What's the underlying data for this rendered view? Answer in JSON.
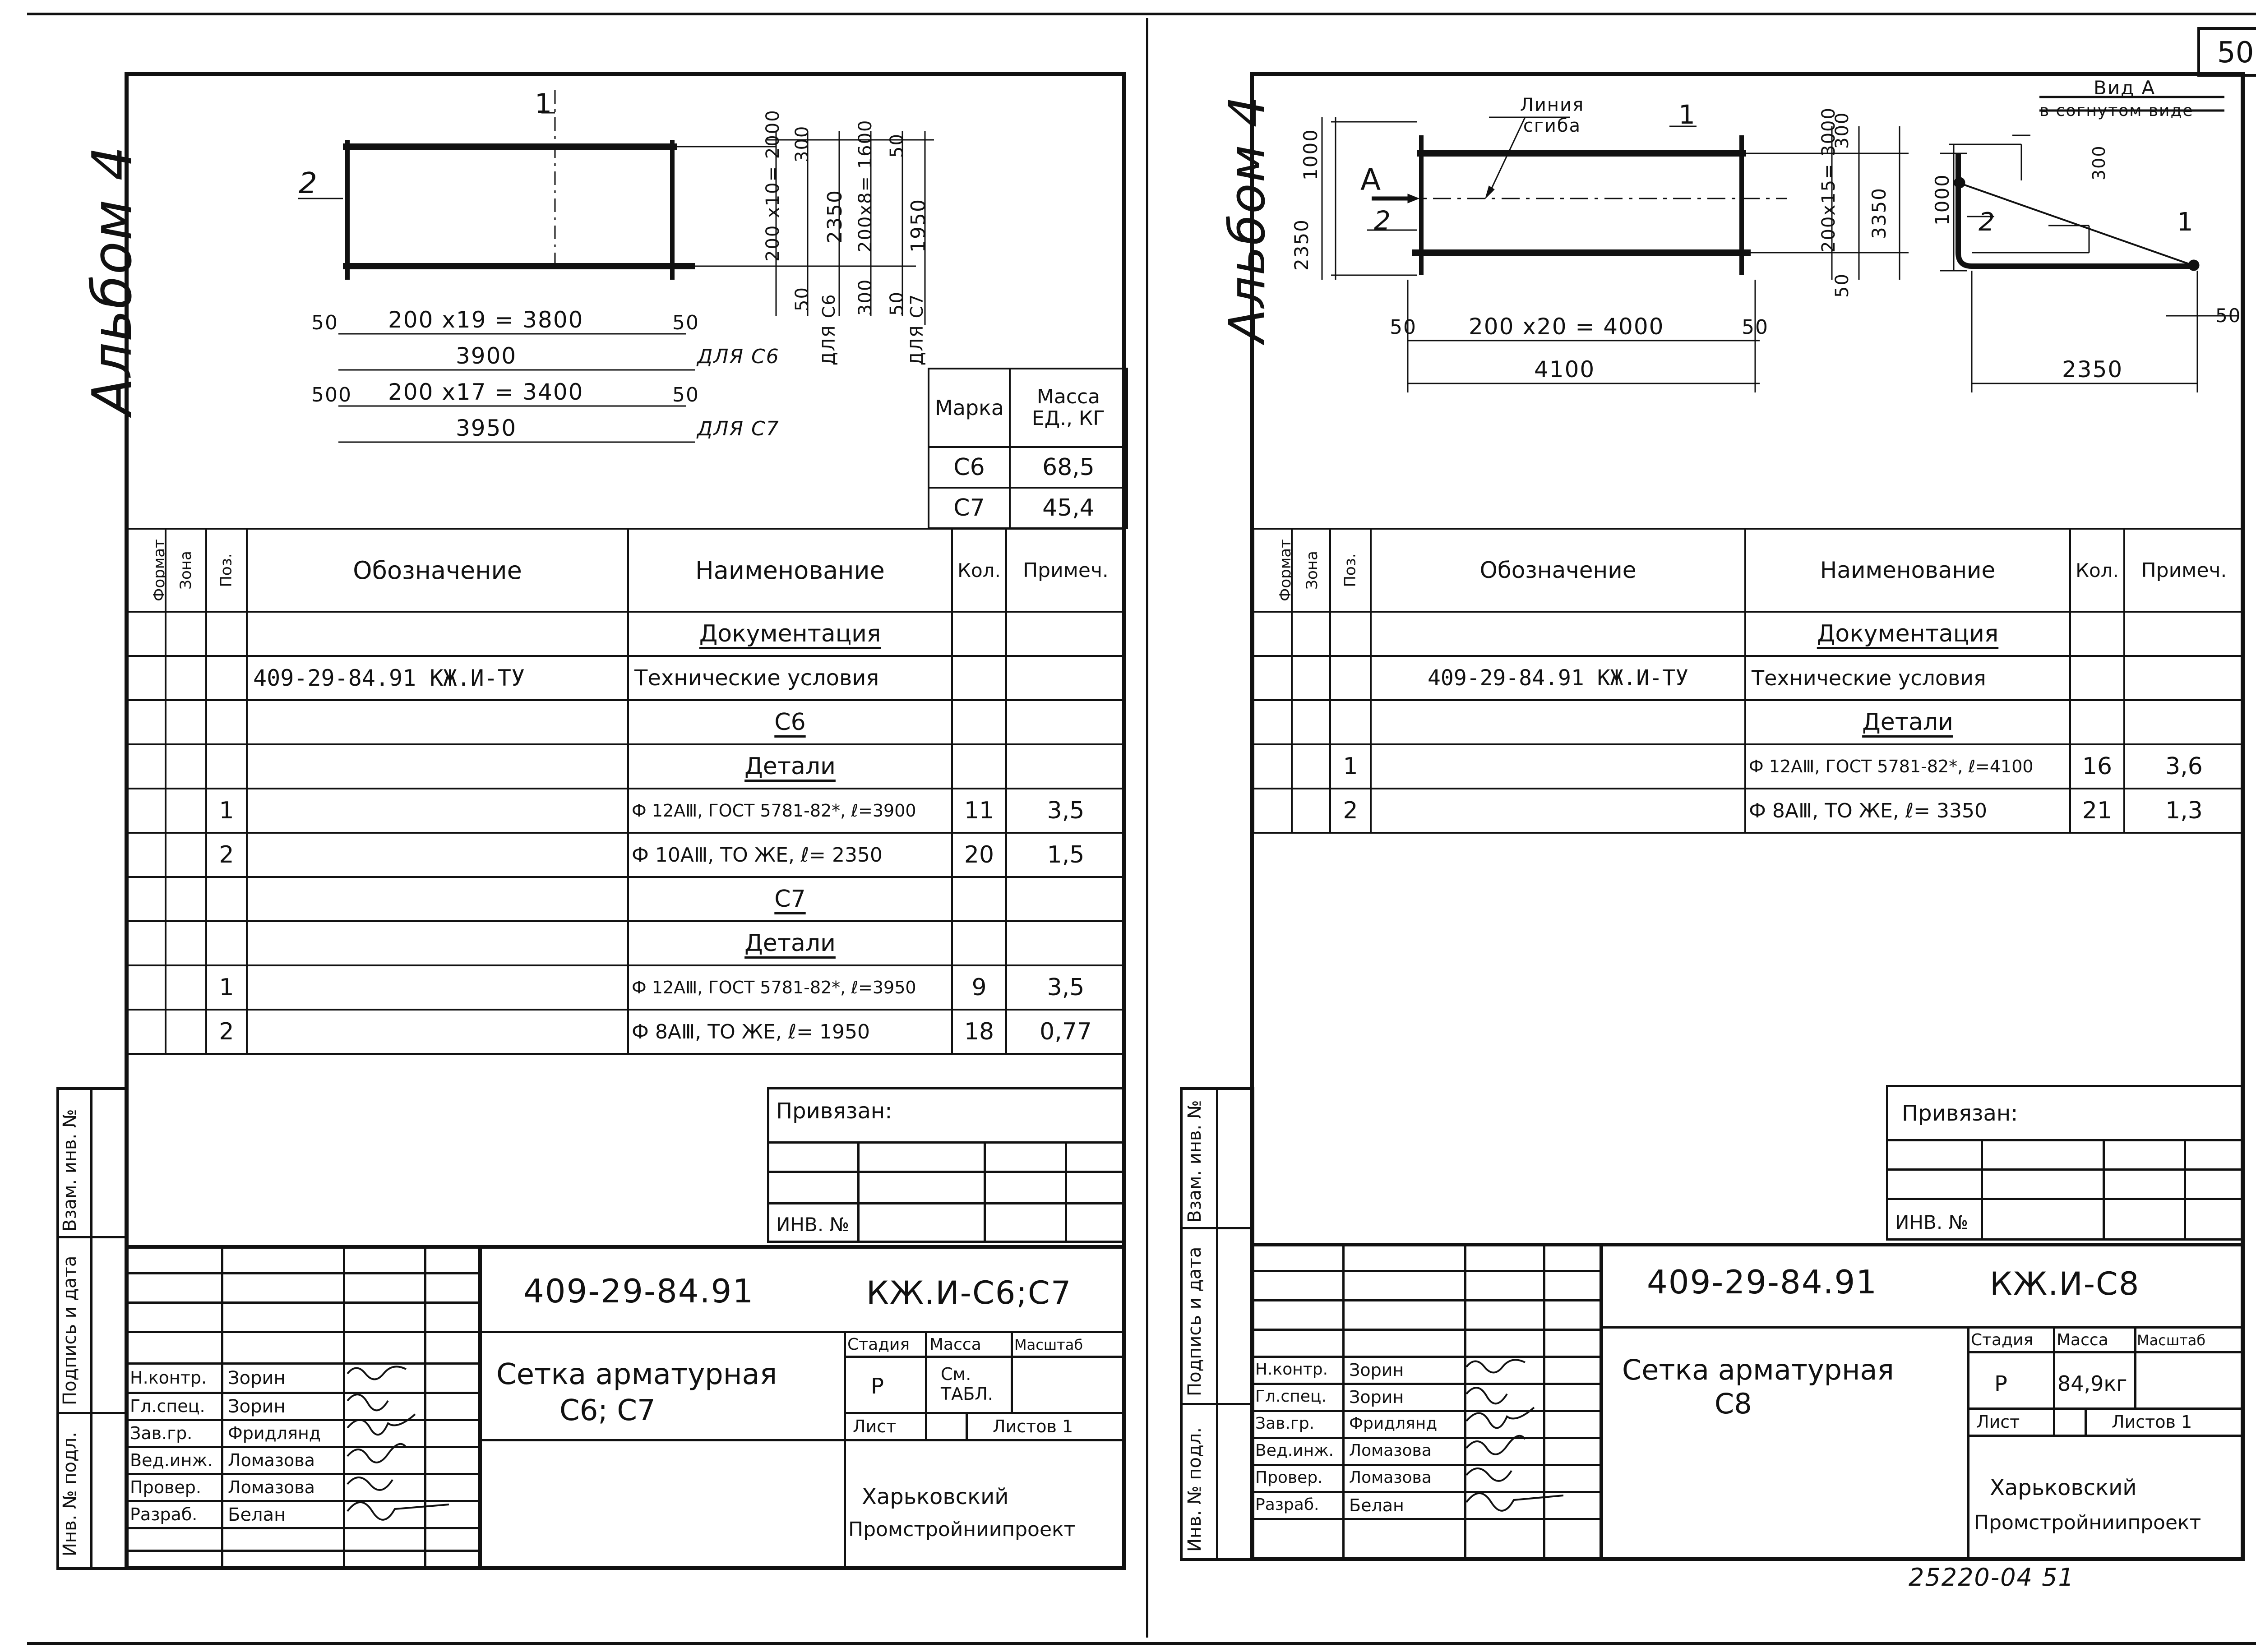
{
  "page_number": "50",
  "footer_code": "25220-04  51",
  "left": {
    "album": "Альбом 4",
    "drawing": {
      "dim_top": [
        "200 x19 = 3800",
        "3900",
        "200 x17 = 3400",
        "3950"
      ],
      "dim_left_marks": [
        "50",
        "500",
        "50",
        "50"
      ],
      "for_c6": "ДЛЯ С6",
      "for_c7": "ДЛЯ С7",
      "vert_dims": [
        "200 x10= 2000",
        "300",
        "2350",
        "200x8= 1600",
        "50",
        "1950",
        "50",
        "50",
        "300"
      ],
      "vert_for": [
        "ДЛЯ С6",
        "ДЛЯ С7"
      ],
      "pos1": "1",
      "pos2": "2"
    },
    "mass_table": {
      "h1": "Марка",
      "h2": "Масса ЕД., КГ",
      "rows": [
        [
          "С6",
          "68,5"
        ],
        [
          "С7",
          "45,4"
        ]
      ]
    },
    "spec": {
      "headers": [
        "Формат",
        "Зона",
        "Поз.",
        "Обозначение",
        "Наименование",
        "Кол.",
        "Примеч."
      ],
      "rows": [
        [
          "",
          "",
          "",
          "",
          "Документация",
          "",
          ""
        ],
        [
          "",
          "",
          "",
          "409-29-84.91  КЖ.И-ТУ",
          "Технические условия",
          "",
          ""
        ],
        [
          "",
          "",
          "",
          "",
          "С6",
          "",
          ""
        ],
        [
          "",
          "",
          "",
          "",
          "Детали",
          "",
          ""
        ],
        [
          "",
          "",
          "1",
          "",
          "Ф 12АⅢ, ГОСТ 5781-82*, ℓ=3900",
          "11",
          "3,5"
        ],
        [
          "",
          "",
          "2",
          "",
          "Ф 10АⅢ, ТО ЖЕ, ℓ= 2350",
          "20",
          "1,5"
        ],
        [
          "",
          "",
          "",
          "",
          "С7",
          "",
          ""
        ],
        [
          "",
          "",
          "",
          "",
          "Детали",
          "",
          ""
        ],
        [
          "",
          "",
          "1",
          "",
          "Ф 12АⅢ, ГОСТ 5781-82*, ℓ=3950",
          "9",
          "3,5"
        ],
        [
          "",
          "",
          "2",
          "",
          "Ф 8АⅢ, ТО ЖЕ, ℓ= 1950",
          "18",
          "0,77"
        ]
      ]
    },
    "side_labels": [
      "Взам. инв. №",
      "Подпись и дата",
      "Инв. № подл."
    ],
    "privyazan": "Привязан:",
    "inv_no": "ИНВ. №",
    "title_block": {
      "code": "409-29-84.91",
      "sheet_code": "КЖ.И-С6;С7",
      "name_line1": "Сетка арматурная",
      "name_line2": "С6; С7",
      "stage_h": "Стадия",
      "mass_h": "Масса",
      "scale_h": "Масштаб",
      "stage": "Р",
      "mass": "См. ТАБЛ.",
      "sheet": "Лист",
      "sheets": "Листов 1",
      "org1": "Харьковский",
      "org2": "Промстройниипроект",
      "people": [
        [
          "Н.контр.",
          "Зорин"
        ],
        [
          "Гл.спец.",
          "Зорин"
        ],
        [
          "Зав.гр.",
          "Фридлянд"
        ],
        [
          "Вед.инж.",
          "Ломазова"
        ],
        [
          "Провер.",
          "Ломазова"
        ],
        [
          "Разраб.",
          "Белан"
        ]
      ]
    }
  },
  "right": {
    "album": "Альбом 4",
    "drawing": {
      "line_label": "Линия сгиба",
      "view_title": "Вид А",
      "view_sub": "в согнутом виде",
      "dims": [
        "200 x20 = 4000",
        "4100",
        "50",
        "50",
        "1000",
        "2350",
        "200x15= 3000",
        "3350",
        "300",
        "50",
        "300",
        "1000",
        "2350",
        "50"
      ],
      "marker": "А",
      "pos1": "1",
      "pos2": "2"
    },
    "spec": {
      "headers": [
        "Формат",
        "Зона",
        "Поз.",
        "Обозначение",
        "Наименование",
        "Кол.",
        "Примеч."
      ],
      "rows": [
        [
          "",
          "",
          "",
          "",
          "Документация",
          "",
          ""
        ],
        [
          "",
          "",
          "",
          "409-29-84.91  КЖ.И-ТУ",
          "Технические условия",
          "",
          ""
        ],
        [
          "",
          "",
          "",
          "",
          "Детали",
          "",
          ""
        ],
        [
          "",
          "",
          "1",
          "",
          "Ф 12АⅢ, ГОСТ 5781-82*, ℓ=4100",
          "16",
          "3,6"
        ],
        [
          "",
          "",
          "2",
          "",
          "Ф 8АⅢ, ТО ЖЕ, ℓ= 3350",
          "21",
          "1,3"
        ]
      ]
    },
    "side_labels": [
      "Взам. инв. №",
      "Подпись и дата",
      "Инв. № подл."
    ],
    "privyazan": "Привязан:",
    "inv_no": "ИНВ. №",
    "title_block": {
      "code": "409-29-84.91",
      "sheet_code": "КЖ.И-С8",
      "name_line1": "Сетка арматурная",
      "name_line2": "С8",
      "stage_h": "Стадия",
      "mass_h": "Масса",
      "scale_h": "Масштаб",
      "stage": "Р",
      "mass": "84,9кг",
      "sheet": "Лист",
      "sheets": "Листов 1",
      "org1": "Харьковский",
      "org2": "Промстройниипроект",
      "people": [
        [
          "Н.контр.",
          "Зорин"
        ],
        [
          "Гл.спец.",
          "Зорин"
        ],
        [
          "Зав.гр.",
          "Фридлянд"
        ],
        [
          "Вед.инж.",
          "Ломазова"
        ],
        [
          "Провер.",
          "Ломазова"
        ],
        [
          "Разраб.",
          "Белан"
        ]
      ]
    }
  }
}
